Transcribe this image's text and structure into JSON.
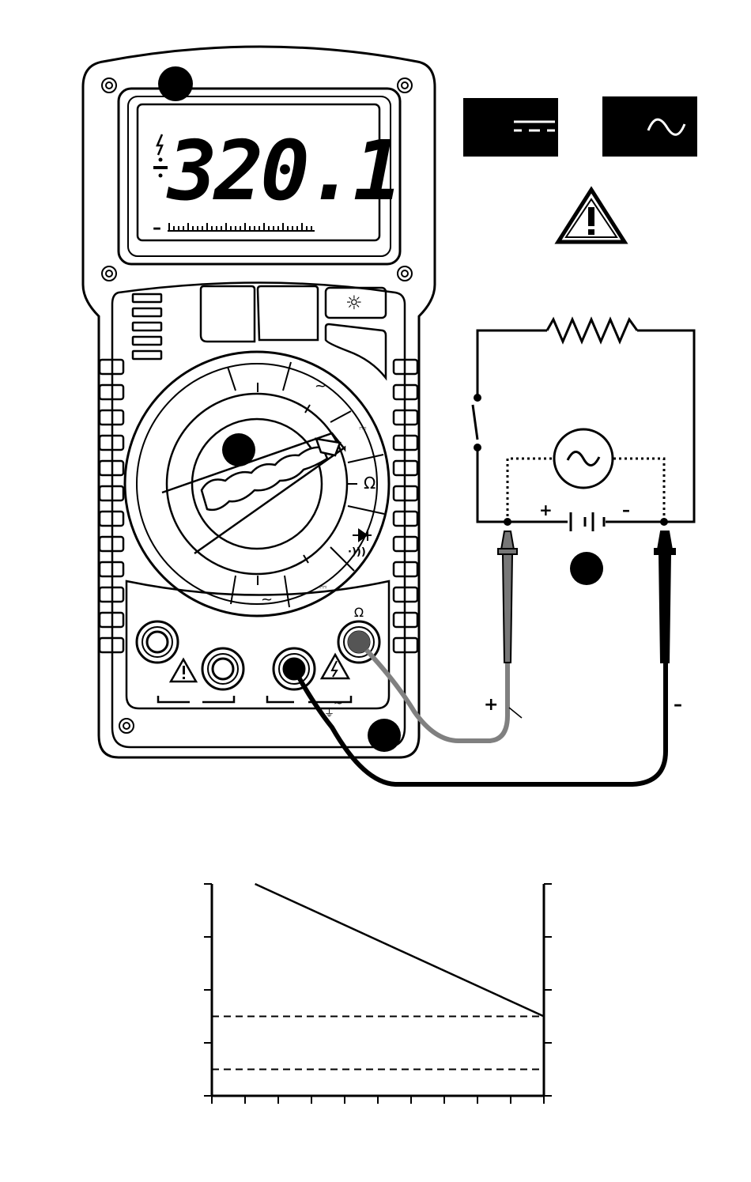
{
  "meter": {
    "display_reading": "320.1",
    "display_minus": "–",
    "knob_labels": {
      "ac": "~",
      "dc": "⎓",
      "ohm": "Ω",
      "continuity": "·)))",
      "ac_lower": "~",
      "dc_lower": "⎓"
    },
    "jack_labels": {
      "ohm": "Ω",
      "ground": "⏚"
    },
    "buttons": {
      "backlight": "☼"
    }
  },
  "legend": {
    "dc_symbol": "⎓",
    "ac_symbol": "~"
  },
  "circuit": {
    "battery_plus": "+",
    "battery_minus": "–",
    "probe_plus": "+",
    "probe_minus": "–"
  },
  "colors": {
    "black": "#000000",
    "gray_lead": "#777777",
    "white": "#ffffff"
  },
  "chart_data": {
    "type": "line",
    "title": "",
    "xlabel": "",
    "ylabel": "",
    "x_ticks": 10,
    "y_ticks": 4,
    "series": [
      {
        "values": [
          [
            0.13,
            1.0
          ],
          [
            1.0,
            0.375
          ]
        ]
      }
    ],
    "reference_lines": [
      {
        "style": "dashed",
        "y": 0.375
      },
      {
        "style": "dashed",
        "y": 0.125
      }
    ],
    "xlim": [
      0,
      1
    ],
    "ylim": [
      0,
      1
    ]
  }
}
